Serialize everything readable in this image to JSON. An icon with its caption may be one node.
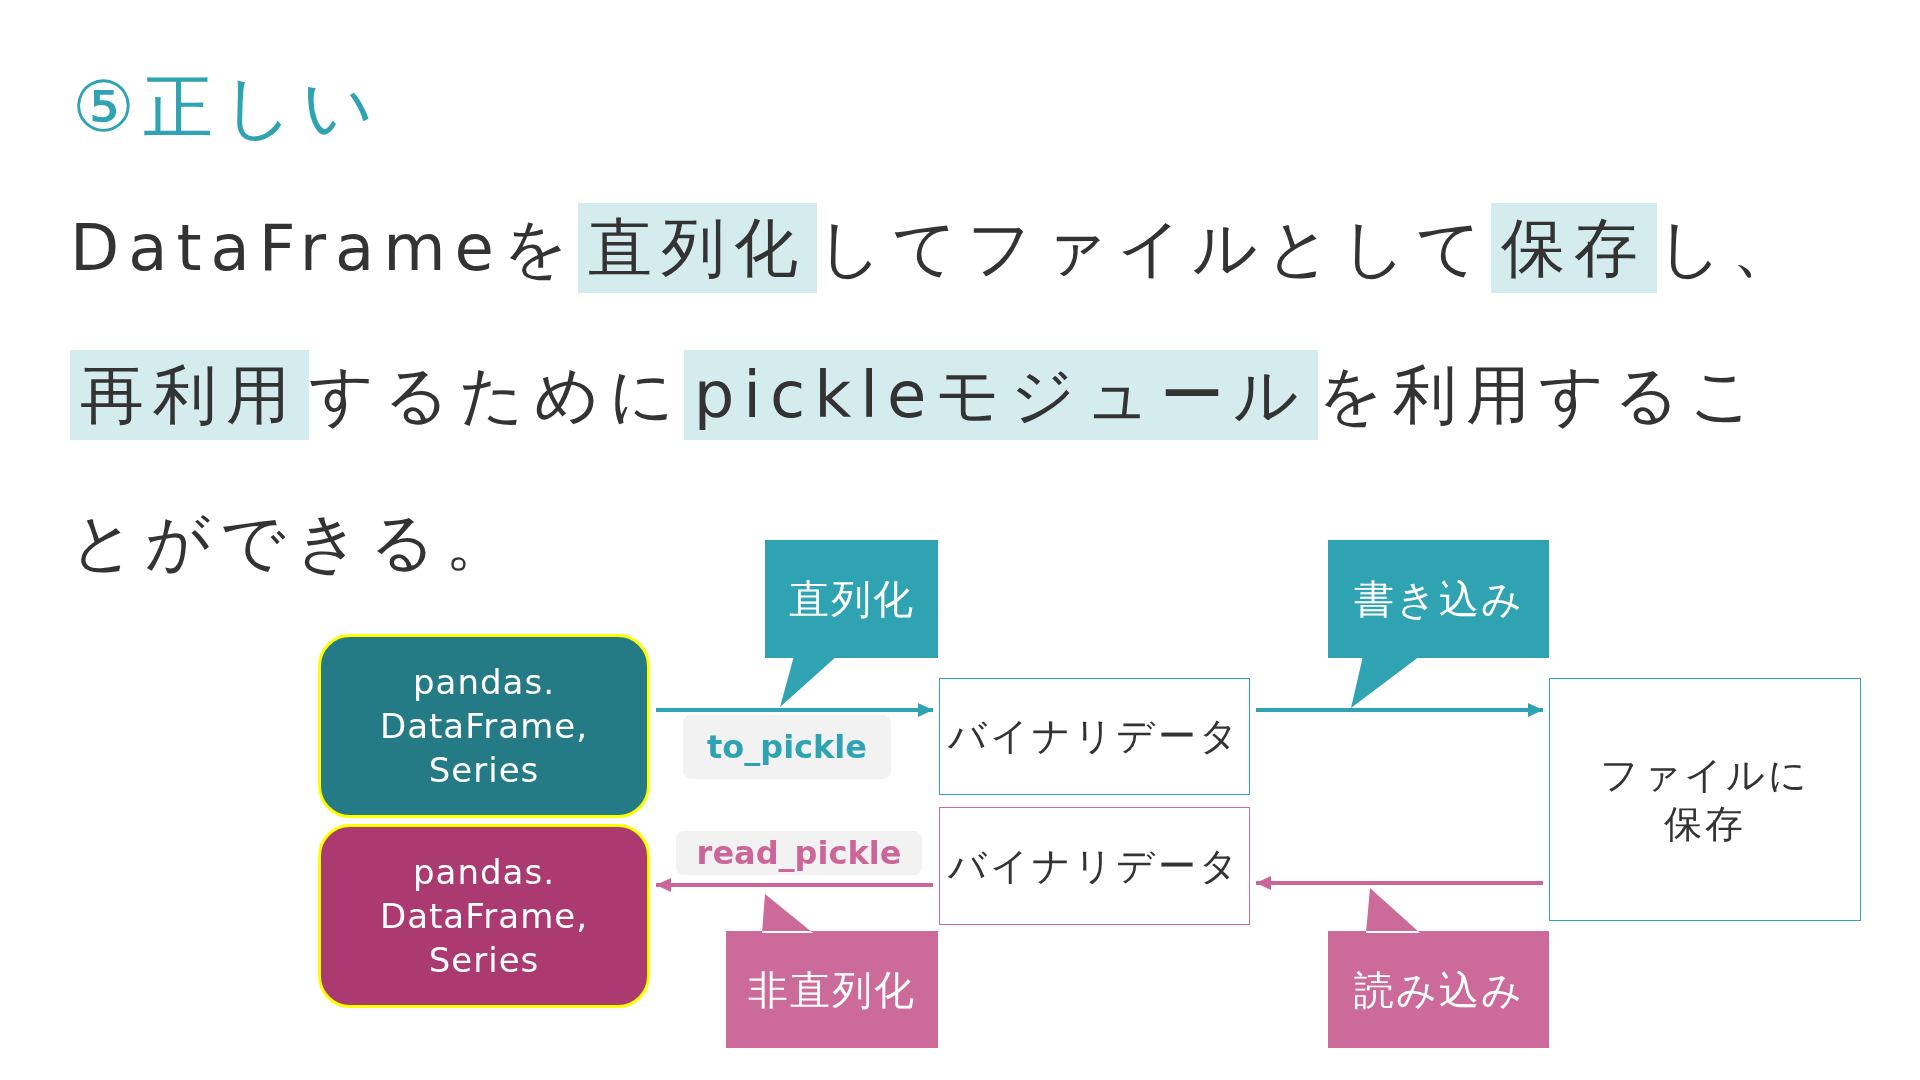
{
  "diagram": {
    "title": "⑤正しい",
    "nodes": [
      {
        "text": [
          "pandas. DataFrame, Series"
        ]
      },
      {
        "text": [
          "直列化"
        ]
      },
      {
        "text": [
          "バイナリデータ"
        ]
      },
      {
        "text": [
          "書き込み"
        ]
      },
      {
        "text": [
          "ファイルに保存"
        ]
      },
      {
        "text": [
          "pandas. DataFrame, Series"
        ]
      },
      {
        "text": [
          "バイナリデータ"
        ]
      },
      {
        "text": [
          "非直列化"
        ]
      },
      {
        "text": [
          "読み込み"
        ]
      }
    ],
    "edges": [
      {
        "from": 0,
        "to": 2,
        "arrow": "to",
        "label": "to_pickle",
        "color": "#2fa3b1"
      },
      {
        "from": 2,
        "to": 4,
        "arrow": "to",
        "color": "#2fa3b1"
      },
      {
        "from": 4,
        "to": 6,
        "arrow": "to",
        "color": "#cc6699"
      },
      {
        "from": 6,
        "to": 5,
        "arrow": "to",
        "label": "read_pickle",
        "color": "#cc6699"
      }
    ],
    "labels": [
      "DataFrameを**直列化**してファイルとして**保存**し、**再利用**するために**pickleモジュール**を利用することができる。"
    ]
  }
}
